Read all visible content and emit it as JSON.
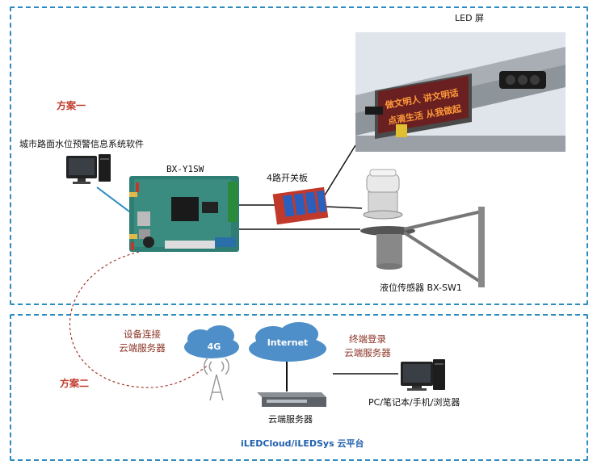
{
  "scheme1": {
    "title": "方案一",
    "led_label": "LED 屏",
    "software_label": "城市路面水位预警信息系统软件",
    "controller_label": "BX-Y1SW",
    "switch_label": "4路开关板",
    "sensor_label": "液位传感器 BX-SW1",
    "led_text_line1": "做文明人 讲文明话",
    "led_text_line2": "点滴生活 从我做起"
  },
  "scheme2": {
    "title": "方案二",
    "device_connect_line1": "设备连接",
    "device_connect_line2": "云端服务器",
    "cloud_4g": "4G",
    "cloud_internet": "Internet",
    "terminal_line1": "终端登录",
    "terminal_line2": "云端服务器",
    "server_label": "云端服务器",
    "pc_label": "PC/笔记本/手机/浏览器",
    "platform_label": "iLEDCloud/iLEDSys 云平台"
  },
  "colors": {
    "border": "#2e8bc0",
    "accent_red": "#c0392b",
    "label_brown": "#8a3324",
    "platform_blue": "#1f5fae",
    "cloud_blue": "#4f8fc9"
  }
}
